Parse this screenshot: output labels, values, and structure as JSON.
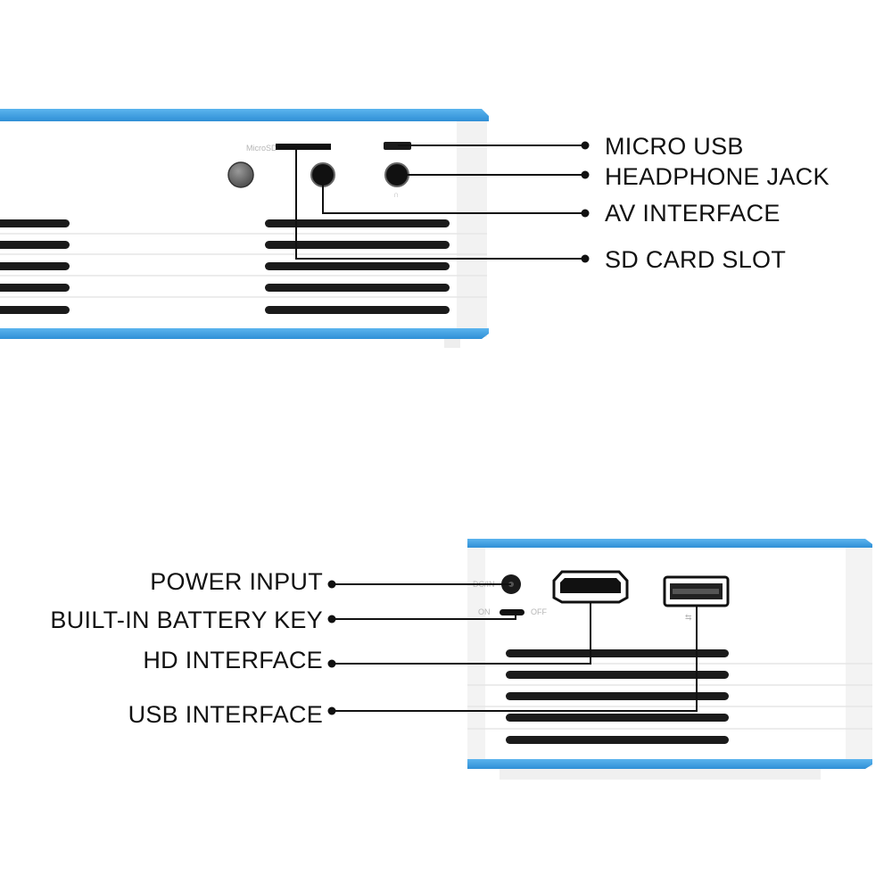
{
  "top_view": {
    "callouts": [
      {
        "key": "micro_usb",
        "label": "MICRO USB"
      },
      {
        "key": "headphone_jack",
        "label": "HEADPHONE JACK"
      },
      {
        "key": "av_interface",
        "label": "AV INTERFACE"
      },
      {
        "key": "sd_card_slot",
        "label": "SD CARD SLOT"
      }
    ],
    "port_marking": "MicroSD"
  },
  "bottom_view": {
    "callouts": [
      {
        "key": "power_input",
        "label": "POWER INPUT"
      },
      {
        "key": "battery_key",
        "label": "BUILT-IN BATTERY KEY"
      },
      {
        "key": "hd_interface",
        "label": "HD INTERFACE"
      },
      {
        "key": "usb_interface",
        "label": "USB INTERFACE"
      }
    ],
    "port_markings": {
      "dc": "DC/IN",
      "on": "ON",
      "off": "OFF"
    }
  },
  "colors": {
    "accent_blue": "#3a9de0",
    "body_white": "#ffffff",
    "port_black": "#111111"
  }
}
